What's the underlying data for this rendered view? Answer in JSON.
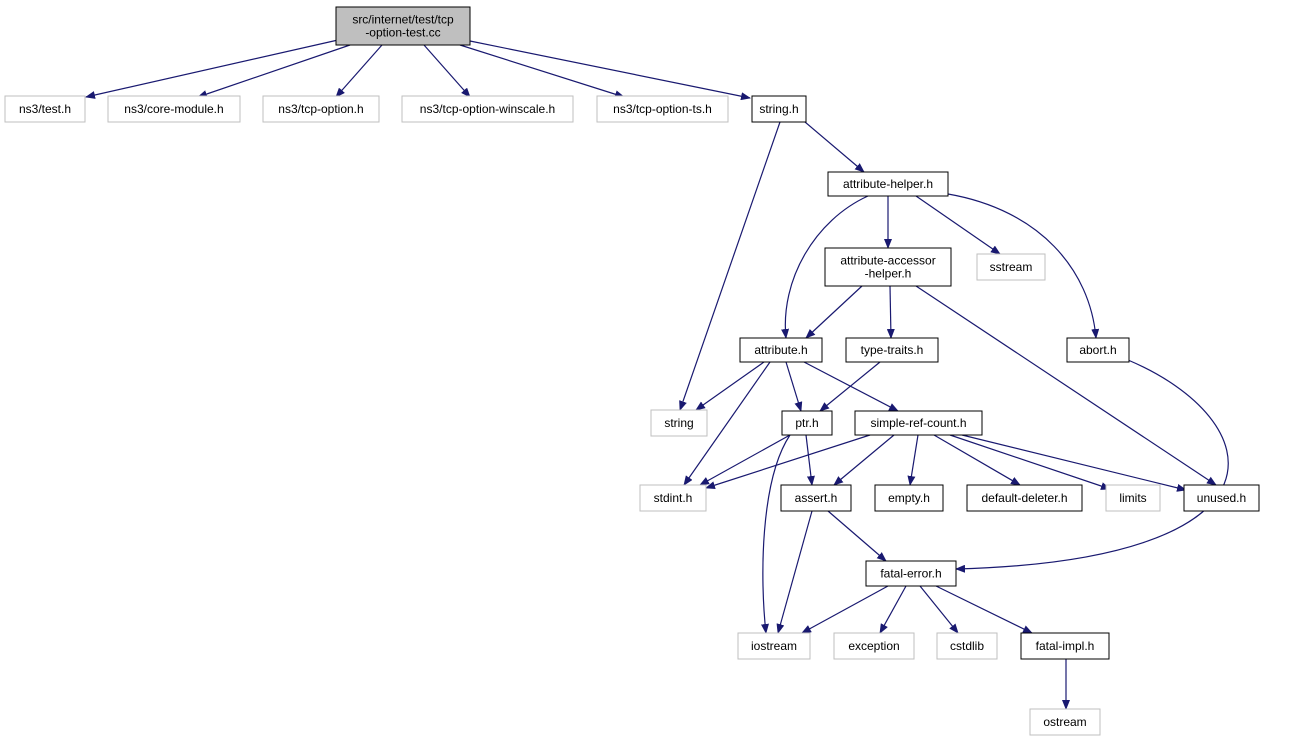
{
  "colors": {
    "edge": "#191970",
    "root_fill": "#bfbfbf",
    "documented_border": "#000000",
    "undocumented_border": "#bfbfbf",
    "text": "#000000",
    "background": "#ffffff"
  },
  "nodes": [
    {
      "id": "root",
      "lines": [
        "src/internet/test/tcp",
        "-option-test.cc"
      ],
      "kind": "root"
    },
    {
      "id": "ns3-test-h",
      "lines": [
        "ns3/test.h"
      ],
      "kind": "undocumented"
    },
    {
      "id": "ns3-core-module-h",
      "lines": [
        "ns3/core-module.h"
      ],
      "kind": "undocumented"
    },
    {
      "id": "ns3-tcp-option-h",
      "lines": [
        "ns3/tcp-option.h"
      ],
      "kind": "undocumented"
    },
    {
      "id": "ns3-tcp-option-winscale-h",
      "lines": [
        "ns3/tcp-option-winscale.h"
      ],
      "kind": "undocumented"
    },
    {
      "id": "ns3-tcp-option-ts-h",
      "lines": [
        "ns3/tcp-option-ts.h"
      ],
      "kind": "undocumented"
    },
    {
      "id": "string-h",
      "lines": [
        "string.h"
      ],
      "kind": "documented"
    },
    {
      "id": "attribute-helper-h",
      "lines": [
        "attribute-helper.h"
      ],
      "kind": "documented"
    },
    {
      "id": "attribute-accessor-helper-h",
      "lines": [
        "attribute-accessor",
        "-helper.h"
      ],
      "kind": "documented"
    },
    {
      "id": "sstream",
      "lines": [
        "sstream"
      ],
      "kind": "undocumented"
    },
    {
      "id": "attribute-h",
      "lines": [
        "attribute.h"
      ],
      "kind": "documented"
    },
    {
      "id": "type-traits-h",
      "lines": [
        "type-traits.h"
      ],
      "kind": "documented"
    },
    {
      "id": "abort-h",
      "lines": [
        "abort.h"
      ],
      "kind": "documented"
    },
    {
      "id": "string",
      "lines": [
        "string"
      ],
      "kind": "undocumented"
    },
    {
      "id": "ptr-h",
      "lines": [
        "ptr.h"
      ],
      "kind": "documented"
    },
    {
      "id": "simple-ref-count-h",
      "lines": [
        "simple-ref-count.h"
      ],
      "kind": "documented"
    },
    {
      "id": "stdint-h",
      "lines": [
        "stdint.h"
      ],
      "kind": "undocumented"
    },
    {
      "id": "assert-h",
      "lines": [
        "assert.h"
      ],
      "kind": "documented"
    },
    {
      "id": "empty-h",
      "lines": [
        "empty.h"
      ],
      "kind": "documented"
    },
    {
      "id": "default-deleter-h",
      "lines": [
        "default-deleter.h"
      ],
      "kind": "documented"
    },
    {
      "id": "limits",
      "lines": [
        "limits"
      ],
      "kind": "undocumented"
    },
    {
      "id": "unused-h",
      "lines": [
        "unused.h"
      ],
      "kind": "documented"
    },
    {
      "id": "fatal-error-h",
      "lines": [
        "fatal-error.h"
      ],
      "kind": "documented"
    },
    {
      "id": "iostream",
      "lines": [
        "iostream"
      ],
      "kind": "undocumented"
    },
    {
      "id": "exception",
      "lines": [
        "exception"
      ],
      "kind": "undocumented"
    },
    {
      "id": "cstdlib",
      "lines": [
        "cstdlib"
      ],
      "kind": "undocumented"
    },
    {
      "id": "fatal-impl-h",
      "lines": [
        "fatal-impl.h"
      ],
      "kind": "documented"
    },
    {
      "id": "ostream",
      "lines": [
        "ostream"
      ],
      "kind": "undocumented"
    }
  ],
  "edges": [
    [
      "root",
      "ns3-test-h"
    ],
    [
      "root",
      "ns3-core-module-h"
    ],
    [
      "root",
      "ns3-tcp-option-h"
    ],
    [
      "root",
      "ns3-tcp-option-winscale-h"
    ],
    [
      "root",
      "ns3-tcp-option-ts-h"
    ],
    [
      "root",
      "string-h"
    ],
    [
      "string-h",
      "attribute-helper-h"
    ],
    [
      "string-h",
      "string"
    ],
    [
      "attribute-helper-h",
      "attribute-accessor-helper-h"
    ],
    [
      "attribute-helper-h",
      "sstream"
    ],
    [
      "attribute-helper-h",
      "attribute-h"
    ],
    [
      "attribute-helper-h",
      "abort-h"
    ],
    [
      "attribute-accessor-helper-h",
      "attribute-h"
    ],
    [
      "attribute-accessor-helper-h",
      "type-traits-h"
    ],
    [
      "attribute-accessor-helper-h",
      "unused-h"
    ],
    [
      "attribute-h",
      "string"
    ],
    [
      "attribute-h",
      "ptr-h"
    ],
    [
      "attribute-h",
      "simple-ref-count-h"
    ],
    [
      "attribute-h",
      "stdint-h"
    ],
    [
      "type-traits-h",
      "ptr-h"
    ],
    [
      "abort-h",
      "fatal-error-h"
    ],
    [
      "ptr-h",
      "stdint-h"
    ],
    [
      "ptr-h",
      "assert-h"
    ],
    [
      "ptr-h",
      "iostream"
    ],
    [
      "simple-ref-count-h",
      "stdint-h"
    ],
    [
      "simple-ref-count-h",
      "assert-h"
    ],
    [
      "simple-ref-count-h",
      "empty-h"
    ],
    [
      "simple-ref-count-h",
      "default-deleter-h"
    ],
    [
      "simple-ref-count-h",
      "limits"
    ],
    [
      "simple-ref-count-h",
      "unused-h"
    ],
    [
      "assert-h",
      "fatal-error-h"
    ],
    [
      "assert-h",
      "iostream"
    ],
    [
      "fatal-error-h",
      "iostream"
    ],
    [
      "fatal-error-h",
      "exception"
    ],
    [
      "fatal-error-h",
      "cstdlib"
    ],
    [
      "fatal-error-h",
      "fatal-impl-h"
    ],
    [
      "fatal-impl-h",
      "ostream"
    ]
  ]
}
